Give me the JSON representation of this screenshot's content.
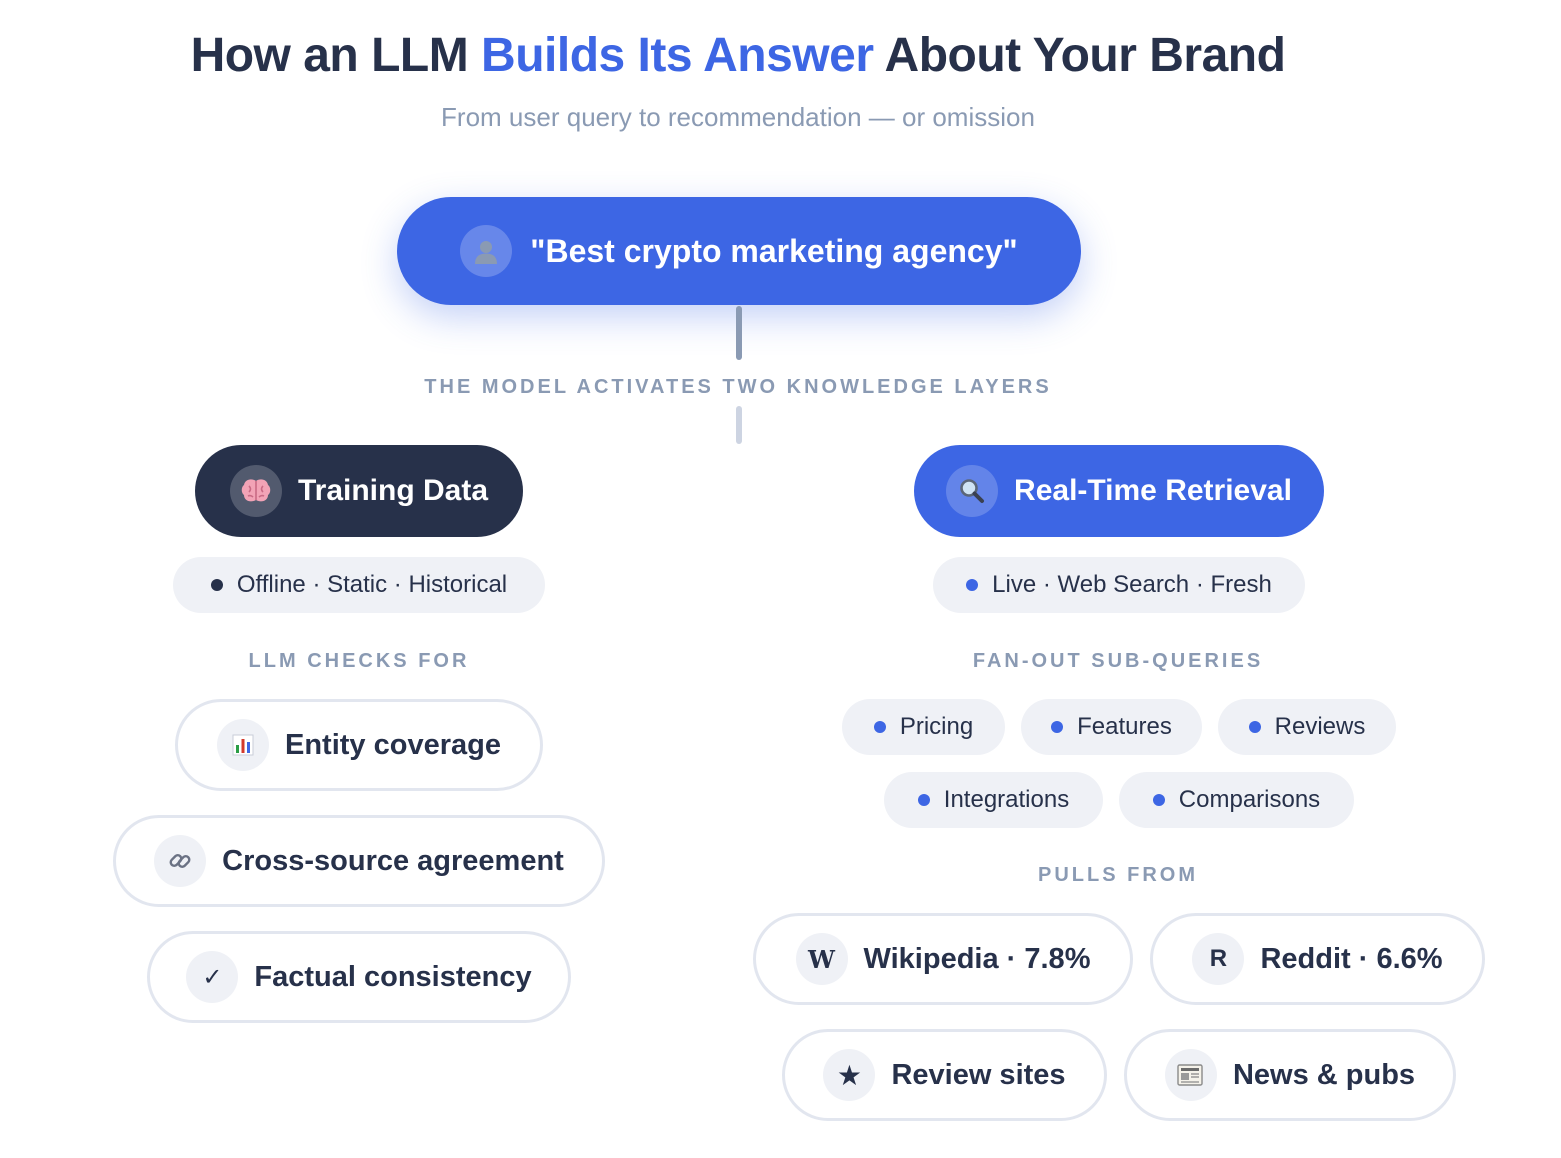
{
  "title": {
    "part1": "How an LLM ",
    "highlight": "Builds Its Answer",
    "part2": " About Your Brand"
  },
  "subtitle": "From user query to recommendation — or omission",
  "query": {
    "text": "\"Best crypto marketing agency\"",
    "icon": "user-icon"
  },
  "layers_label": "THE MODEL ACTIVATES TWO KNOWLEDGE LAYERS",
  "training": {
    "label": "Training Data",
    "icon": "brain-icon",
    "tag": "Offline · Static · Historical",
    "section_label": "LLM CHECKS FOR",
    "checks": [
      {
        "label": "Entity coverage",
        "icon": "bar-chart-icon"
      },
      {
        "label": "Cross-source agreement",
        "icon": "link-icon"
      },
      {
        "label": "Factual consistency",
        "icon": "checkmark-icon",
        "glyph": "✓"
      }
    ]
  },
  "retrieval": {
    "label": "Real-Time Retrieval",
    "icon": "magnifier-icon",
    "tag": "Live · Web Search · Fresh",
    "subqueries_label": "FAN-OUT SUB-QUERIES",
    "subqueries": [
      "Pricing",
      "Features",
      "Reviews",
      "Integrations",
      "Comparisons"
    ],
    "sources_label": "PULLS FROM",
    "sources": [
      {
        "label": "Wikipedia · 7.8%",
        "icon": "wikipedia-icon",
        "glyph": "W"
      },
      {
        "label": "Reddit · 6.6%",
        "icon": "reddit-icon",
        "glyph": "R"
      },
      {
        "label": "Review sites",
        "icon": "star-icon",
        "glyph": "★"
      },
      {
        "label": "News & pubs",
        "icon": "newspaper-icon"
      }
    ]
  },
  "colors": {
    "accent": "#3d66e4",
    "dark": "#27314a",
    "muted": "#8a9ab3",
    "chip_bg": "#eff1f6",
    "border": "#e2e6ef"
  }
}
